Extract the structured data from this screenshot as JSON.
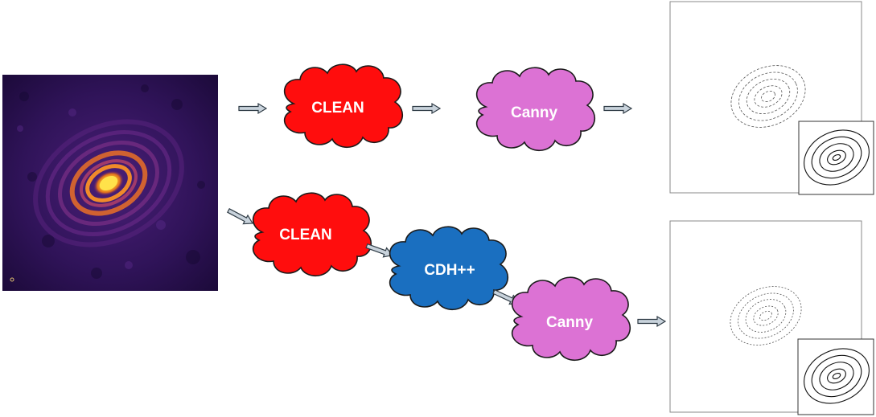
{
  "top_pipeline": {
    "step1": {
      "label": "CLEAN",
      "color": "#ff0d0d"
    },
    "step2": {
      "label": "Canny",
      "color": "#dc72d4"
    }
  },
  "bottom_pipeline": {
    "step1": {
      "label": "CLEAN",
      "color": "#ff0d0d"
    },
    "step2": {
      "label": "CDH++",
      "color": "#1a6fc0"
    },
    "step3": {
      "label": "Canny",
      "color": "#dc72d4"
    }
  },
  "colors": {
    "arrow_fill": "#c9d3dc",
    "arrow_stroke": "#2f3b45",
    "input_background": "#2a1450",
    "ring_glow": "#f08a2a",
    "core": "#ffd23a"
  }
}
